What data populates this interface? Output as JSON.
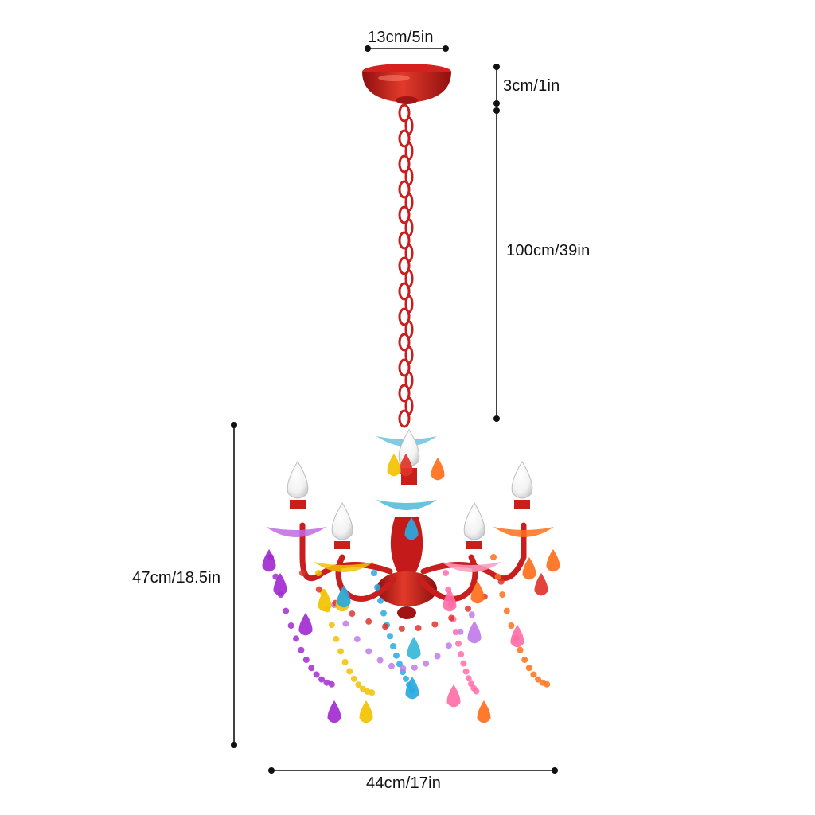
{
  "dimensions": {
    "canopy_diameter": "13cm/5in",
    "canopy_height": "3cm/1in",
    "chain_length": "100cm/39in",
    "body_height": "47cm/18.5in",
    "body_width": "44cm/17in"
  },
  "colors": {
    "frame": "#c81e1e",
    "line": "#111111",
    "crystal_palette": [
      "#a12bd0",
      "#f2c200",
      "#29a9e0",
      "#ff6f1a",
      "#ff6fa8",
      "#c07be8",
      "#e0342a",
      "#36b7d8"
    ]
  }
}
